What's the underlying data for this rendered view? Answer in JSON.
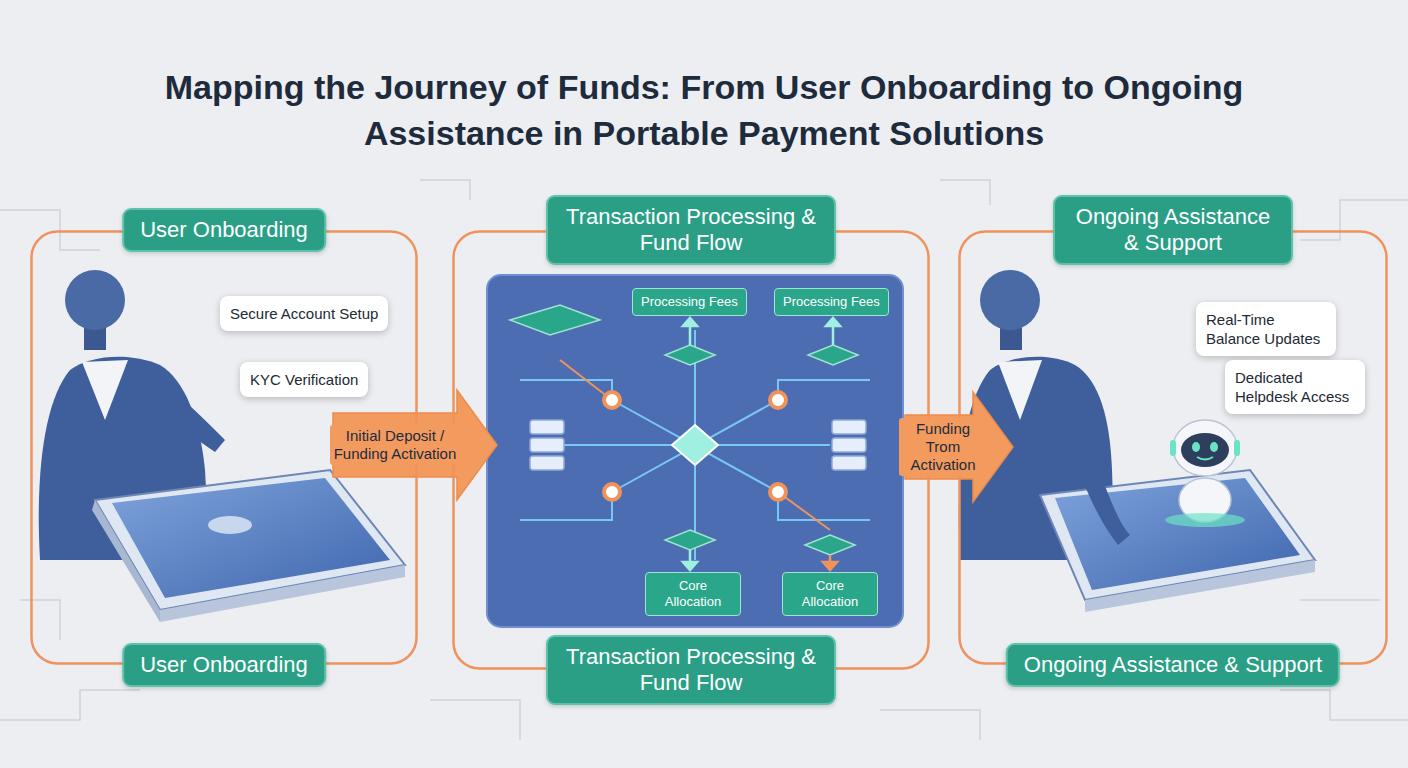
{
  "diagram": {
    "title": "Mapping the Journey of Funds: From User Onboarding to Ongoing Assistance in Portable Payment Solutions",
    "nodes": [
      {
        "text": [
          "User Onboarding",
          "User Onboarding"
        ]
      },
      {
        "text": [
          "Secure Account Setup"
        ],
        "in": 0
      },
      {
        "text": [
          "KYC Verification"
        ],
        "in": 0
      },
      {
        "text": [
          "Transaction Processing & Fund Flow",
          "Transaction Processing & Fund Flow"
        ]
      },
      {
        "text": [
          "Processing Fees"
        ],
        "in": 3
      },
      {
        "text": [
          "Processing Fees"
        ],
        "in": 3
      },
      {
        "text": [
          "Core Allocation"
        ],
        "in": 3
      },
      {
        "text": [
          "Core Allocation"
        ],
        "in": 3
      },
      {
        "text": [
          "Ongoing Assistance & Support",
          "Ongoing Assistance & Support"
        ]
      },
      {
        "text": [
          "Real-Time Balance Updates"
        ],
        "in": 8
      },
      {
        "text": [
          "Dedicated Helpdesk Access"
        ],
        "in": 8
      }
    ],
    "edges": [
      {
        "from": 0,
        "to": 3,
        "label": "Initial Deposit / Funding Activation",
        "arrow": "to"
      },
      {
        "from": 3,
        "to": 8,
        "label": "Funding Trom Activation",
        "arrow": "to"
      }
    ]
  }
}
